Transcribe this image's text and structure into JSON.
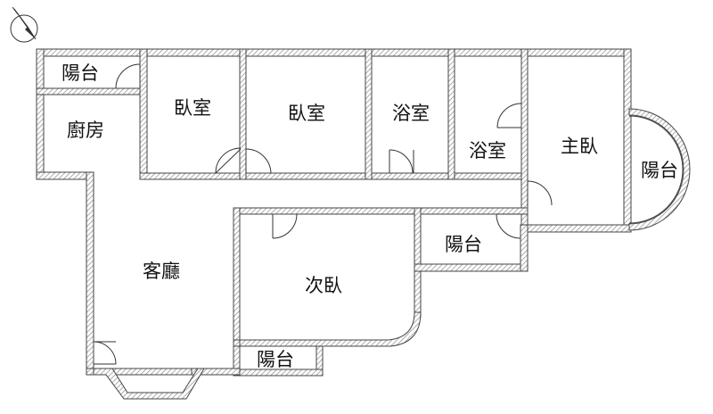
{
  "colors": {
    "wall_stroke": "#444444",
    "wall_hatch": "#8a8a8a",
    "background": "#ffffff",
    "text": "#111111"
  },
  "compass": {
    "icon": "north-arrow-icon"
  },
  "rooms": {
    "balcony_top_left": "陽台",
    "kitchen": "廚房",
    "bedroom_1": "臥室",
    "bedroom_2": "臥室",
    "bathroom_1": "浴室",
    "bathroom_2": "浴室",
    "master_bedroom": "主臥",
    "balcony_right": "陽台",
    "balcony_middle": "陽台",
    "living_room": "客廳",
    "second_bedroom": "次臥",
    "balcony_bottom": "陽台"
  }
}
